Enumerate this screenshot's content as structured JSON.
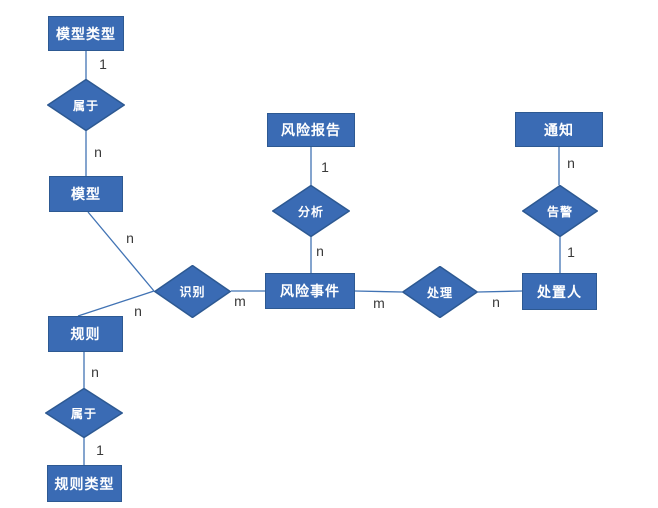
{
  "diagram": {
    "title": "risk-er-diagram",
    "colors": {
      "shape_fill": "#3a6bb4",
      "shape_border": "#2d5992",
      "connector": "#4173b4",
      "cardinality_text": "#3a3a3a",
      "shape_text": "#ffffff",
      "background": "#ffffff"
    }
  },
  "entities": {
    "model_type": {
      "label": "模型类型"
    },
    "model": {
      "label": "模型"
    },
    "rule": {
      "label": "规则"
    },
    "rule_type": {
      "label": "规则类型"
    },
    "risk_report": {
      "label": "风险报告"
    },
    "risk_event": {
      "label": "风险事件"
    },
    "notification": {
      "label": "通知"
    },
    "handler": {
      "label": "处置人"
    }
  },
  "relationships": {
    "belongs_to_top": {
      "label": "属于"
    },
    "identify": {
      "label": "识别"
    },
    "belongs_to_bottom": {
      "label": "属于"
    },
    "analyze": {
      "label": "分析"
    },
    "handle": {
      "label": "处理"
    },
    "alert": {
      "label": "告警"
    }
  },
  "cardinalities": {
    "model_type_to_belongs": "1",
    "belongs_to_model": "n",
    "model_to_identify": "n",
    "rule_to_identify": "n",
    "identify_to_event": "m",
    "report_to_analyze": "1",
    "analyze_to_event": "n",
    "event_to_handle": "m",
    "handle_to_handler": "n",
    "notification_to_alert": "n",
    "alert_to_handler": "1",
    "rule_to_belongs": "n",
    "belongs_to_rule_type": "1"
  }
}
